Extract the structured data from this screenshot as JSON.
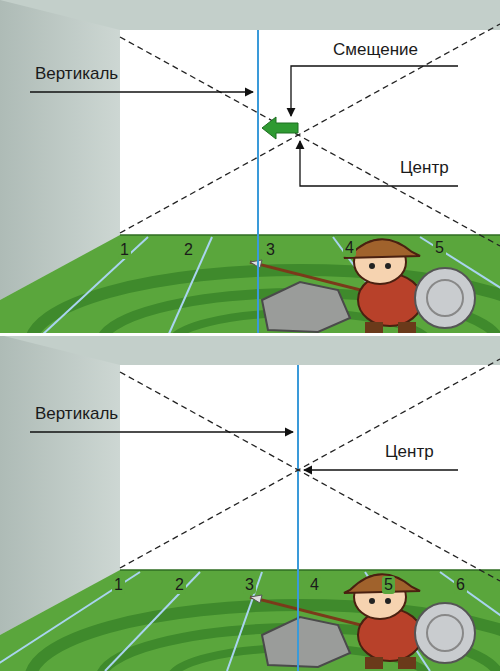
{
  "diagram": {
    "labels": [
      "Вертикаль",
      "Смещение",
      "Центр",
      "1",
      "2",
      "3",
      "4",
      "5",
      "Вертикаль",
      "Центр",
      "1",
      "2",
      "3",
      "4",
      "5",
      "6"
    ]
  }
}
